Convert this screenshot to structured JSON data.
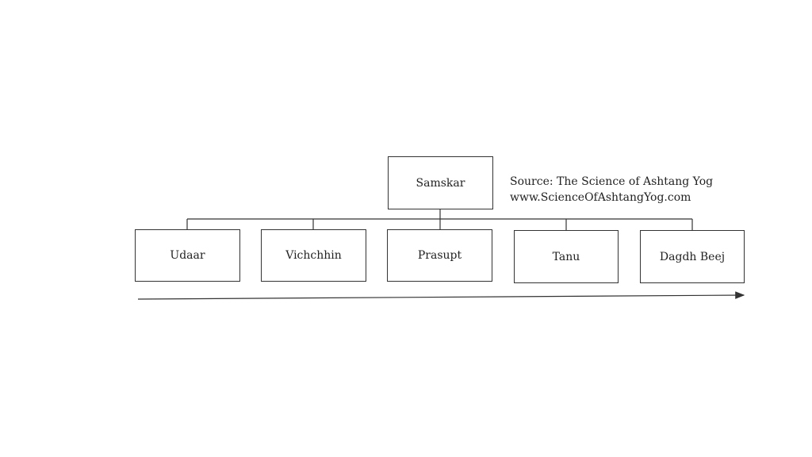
{
  "diagram": {
    "root": {
      "label": "Samskar"
    },
    "children": [
      {
        "label": "Udaar"
      },
      {
        "label": "Vichchhin"
      },
      {
        "label": "Prasupt"
      },
      {
        "label": "Tanu"
      },
      {
        "label": "Dagdh Beej"
      }
    ],
    "source": {
      "line1": "Source: The Science of Ashtang Yog",
      "line2": "www.ScienceOfAshtangYog.com"
    }
  },
  "colors": {
    "stroke": "#333333",
    "text": "#222222",
    "background": "#ffffff"
  }
}
